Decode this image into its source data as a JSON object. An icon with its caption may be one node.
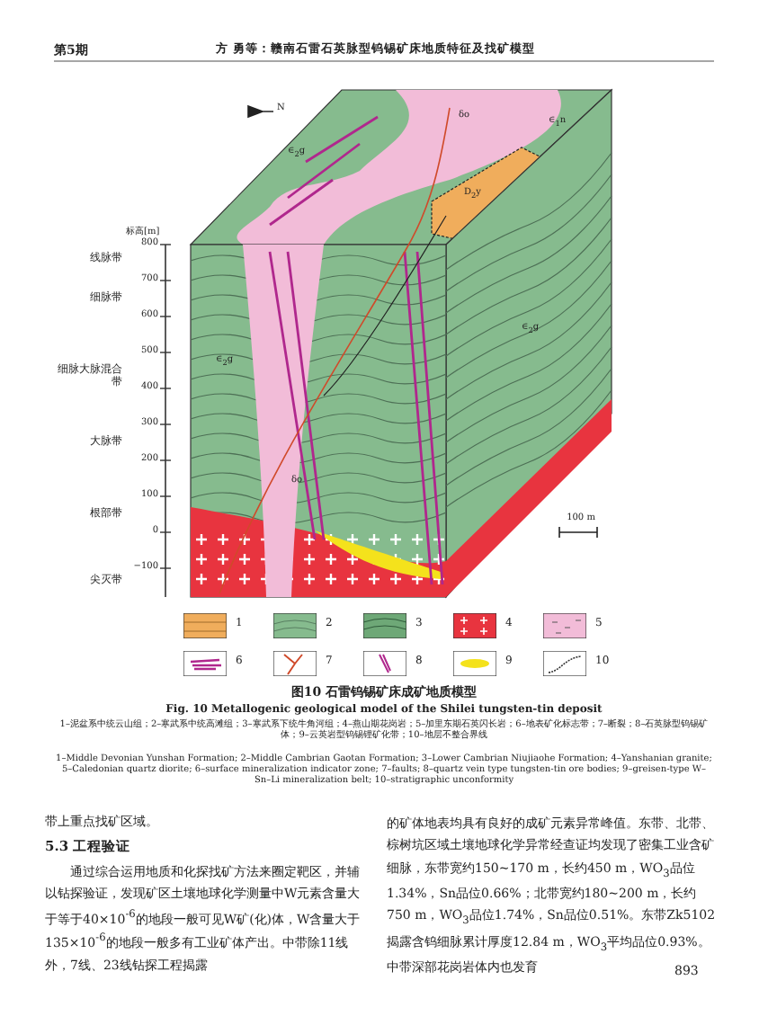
{
  "diagram": {
    "caption": "图10 石雷钨锡矿床成矿地质模型",
    "labels": [
      "第5期",
      "方 勇等：赣南石雷石英脉型钨锡矿床地质特征及找矿模型",
      "N",
      "标高[m]",
      "800",
      "700",
      "600",
      "500",
      "400",
      "300",
      "200",
      "100",
      "0",
      "−100",
      "线脉带",
      "细脉带",
      "细脉大脉混合带",
      "大脉带",
      "根部带",
      "尖灭带",
      "∈$_{2}$g",
      "δo",
      "D$_{2}$y",
      "∈$_{1}$n",
      "∈$_{2}$g",
      "δo",
      "∈$_{2}$g",
      "100 m",
      "Fig. 10 Metallogenic geological model of the Shilei tungsten-tin deposit",
      "1–泥盆系中统云山组；2–寒武系中统高滩组；3–寒武系下统牛角河组；4–燕山期花岗岩；5–加里东期石英闪长岩；6–地表矿化标志带；7–断裂；8–石英脉型钨锡矿体；9–云英岩型钨锡锂矿化带；10–地层不整合界线",
      "1–Middle Devonian Yunshan Formation; 2–Middle Cambrian Gaotan Formation; 3–Lower Cambrian Niujiaohe Formation; 4–Yanshanian granite; 5–Caledonian quartz diorite; 6–surface mineralization indicator zone; 7–faults; 8–quartz vein type tungsten-tin ore bodies; 9–greisen-type W–Sn–Li mineralization belt; 10–stratigraphic unconformity",
      "带上重点找矿区域。",
      "5.3 工程验证",
      "通过综合运用地质和化探找矿方法来圈定靶区，并辅以钻探验证，发现矿区土壤地球化学测量中W元素含量大于等于40×10$^{-6}$的地段一般可见W矿(化)体，W含量大于135×10$^{-6}$的地段一般多有工业矿体产出。中带除11线外，7线、23线钻探工程揭露",
      "的矿体地表均具有良好的成矿元素异常峰值。东带、北带、棕树坑区域土壤地球化学异常经查证均发现了密集工业含矿细脉，东带宽约150~170 m，长约450 m，WO$_{3}$品位1.34%，Sn品位0.66%；北带宽约180~200 m，长约750 m，WO$_{3}$品位1.74%，Sn品位0.51%。东带Zk5102揭露含钨细脉累计厚度12.84 m，WO$_{3}$平均品位0.93%。中带深部花岗岩体内也发育",
      "893"
    ],
    "legend": [
      {
        "text": "1"
      },
      {
        "text": "2"
      },
      {
        "text": "3"
      },
      {
        "text": "4"
      },
      {
        "text": "5"
      },
      {
        "text": "6"
      },
      {
        "text": "7"
      },
      {
        "text": "8"
      },
      {
        "text": "9"
      },
      {
        "text": "10"
      }
    ]
  }
}
